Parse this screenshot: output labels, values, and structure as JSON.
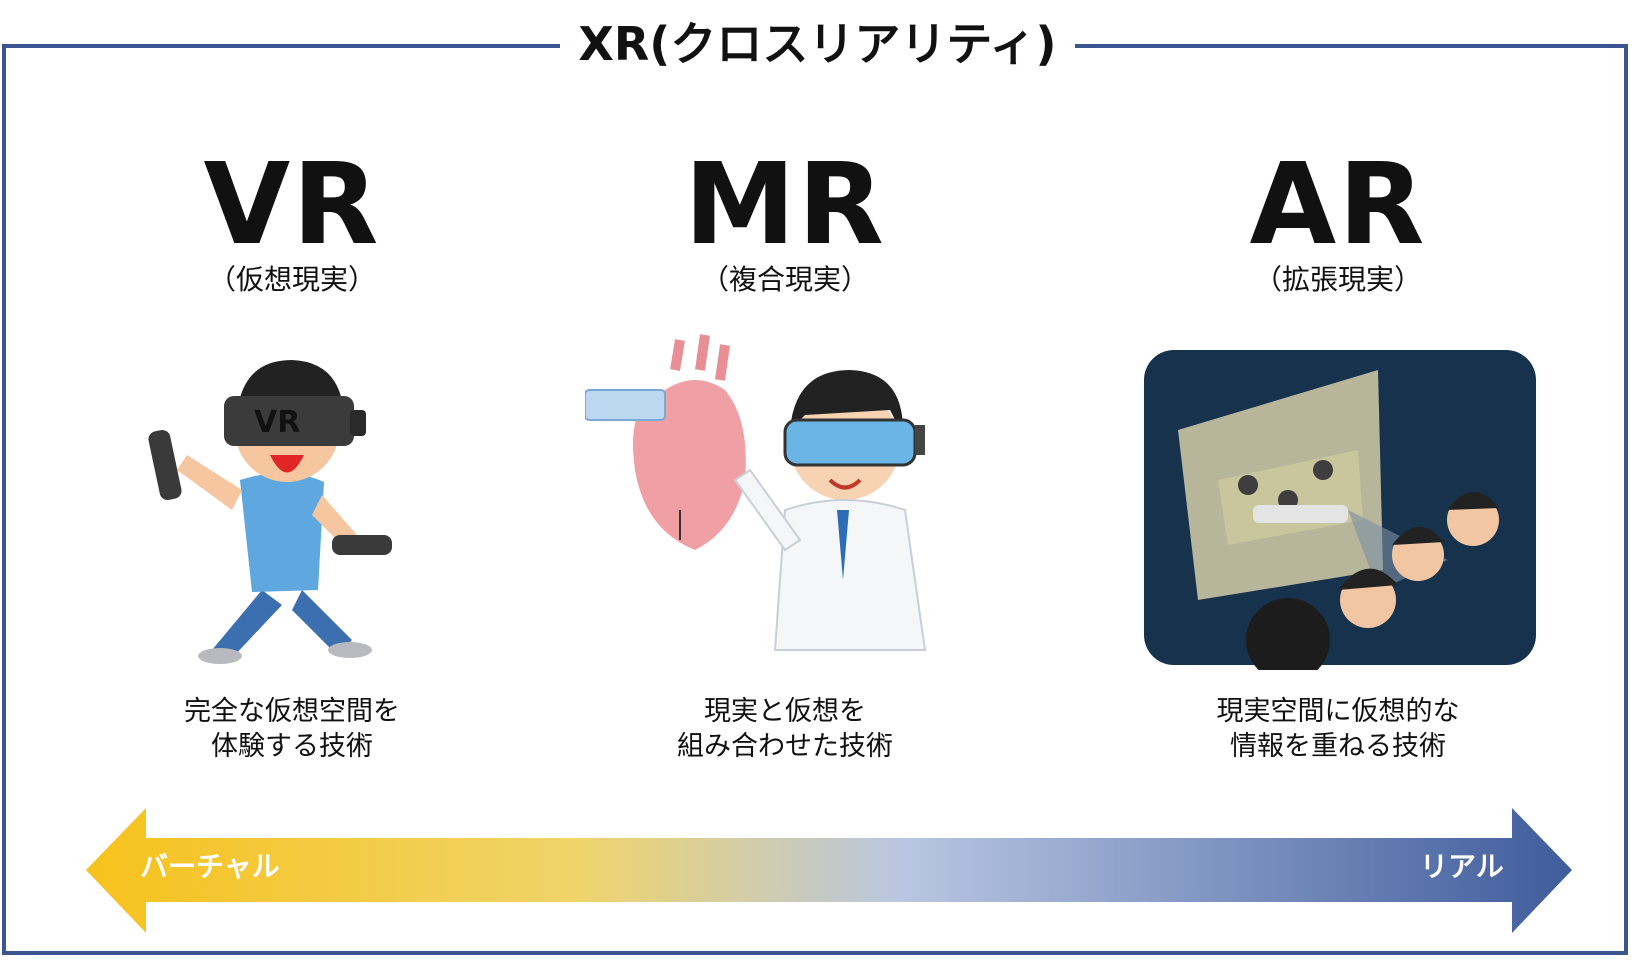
{
  "title": "XR(クロスリアリティ)",
  "columns": [
    {
      "abbr": "VR",
      "full": "（仮想現実）",
      "desc": [
        "完全な仮想空間を",
        "体験する技術"
      ]
    },
    {
      "abbr": "MR",
      "full": "（複合現実）",
      "desc": [
        "現実と仮想を",
        "組み合わせた技術"
      ]
    },
    {
      "abbr": "AR",
      "full": "（拡張現実）",
      "desc": [
        "現実空間に仮想的な",
        "情報を重ねる技術"
      ]
    }
  ],
  "vr_headset_text": "VR",
  "spectrum": {
    "left": "バーチャル",
    "right": "リアル"
  },
  "colors": {
    "frame": "#3a5590",
    "arrow_left": "#f6c21c",
    "arrow_right": "#3f5c9c"
  }
}
